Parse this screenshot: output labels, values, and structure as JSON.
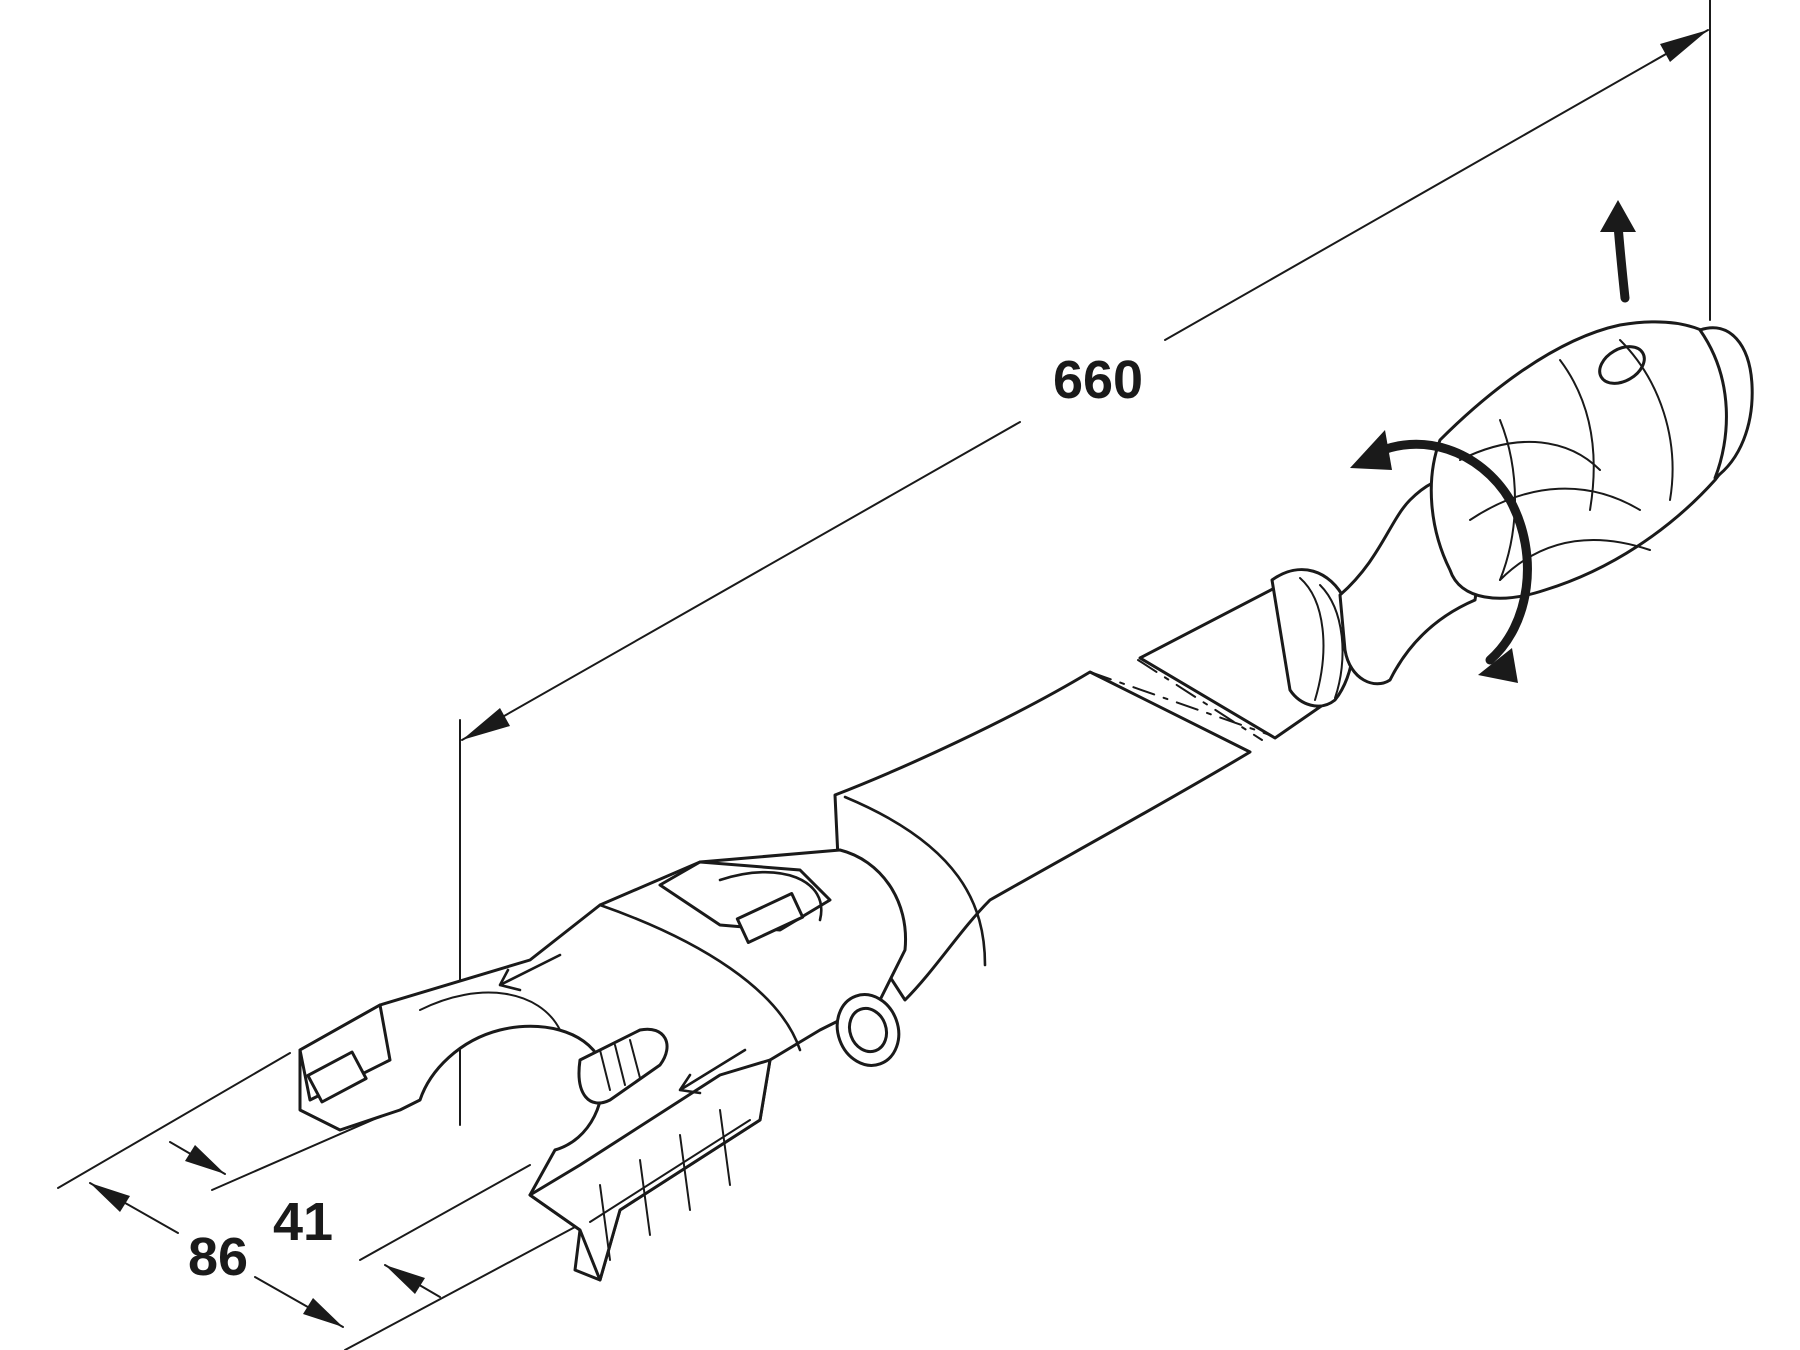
{
  "dimensions": {
    "length": "660",
    "outer_width": "86",
    "inner_width": "41"
  }
}
